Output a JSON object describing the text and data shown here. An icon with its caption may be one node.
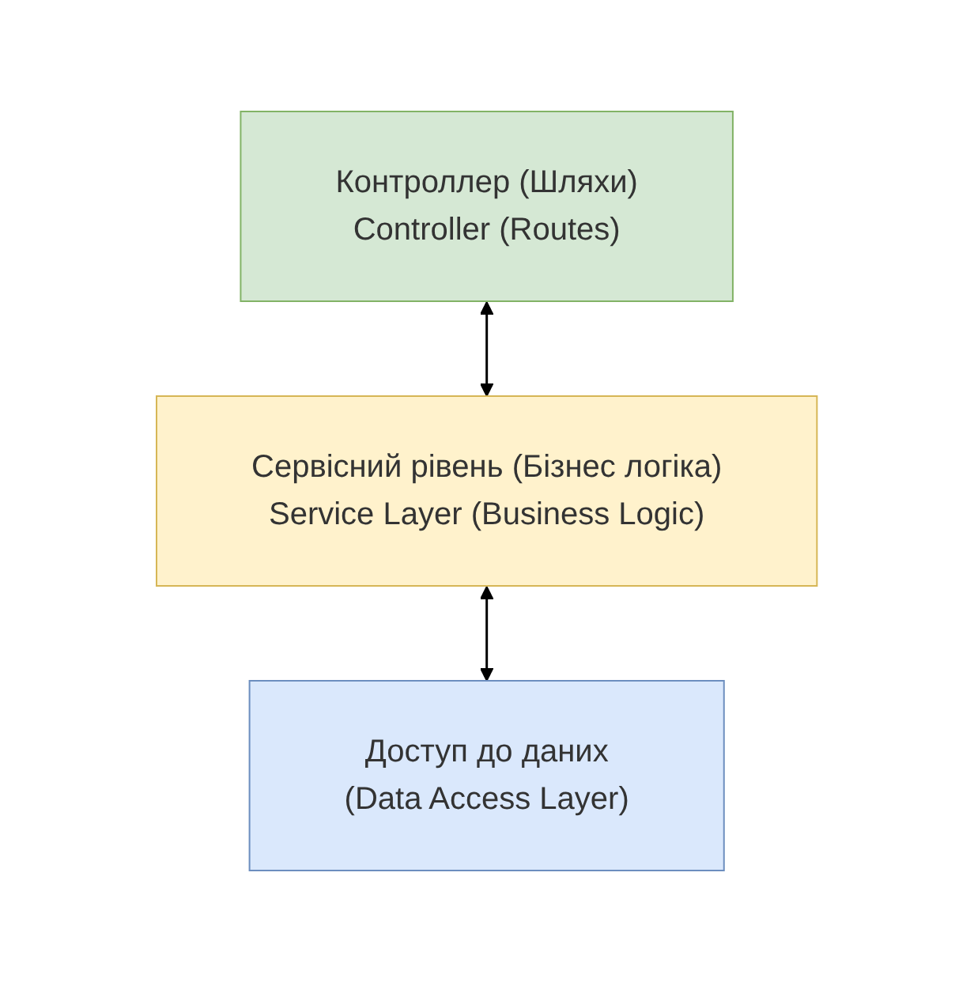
{
  "diagram": {
    "nodes": [
      {
        "text": [
          "Контроллер (Шляхи)",
          "Controller (Routes)"
        ]
      },
      {
        "text": [
          "Сервісний рівень (Бізнес логіка)",
          "Service Layer (Business Logic)"
        ]
      },
      {
        "text": [
          "Доступ до даних",
          "(Data Access Layer)"
        ]
      }
    ],
    "edges": [
      {
        "from": 0,
        "to": 1,
        "arrow": "both"
      },
      {
        "from": 1,
        "to": 2,
        "arrow": "both"
      }
    ]
  }
}
